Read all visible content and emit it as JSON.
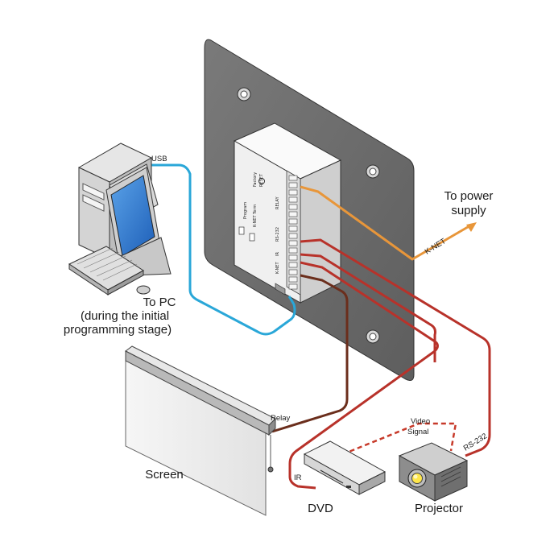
{
  "labels": {
    "usb": "USB",
    "to_pc_line1": "To PC",
    "to_pc_line2": "(during the initial",
    "to_pc_line3": "programming stage)",
    "to_power_line1": "To power",
    "to_power_line2": "supply",
    "knet": "K-NET",
    "relay": "Relay",
    "ir": "IR",
    "video_signal_line1": "Video",
    "video_signal_line2": "Signal",
    "rs232": "RS-232",
    "screen": "Screen",
    "dvd": "DVD",
    "projector": "Projector"
  },
  "device_panel": {
    "factory": "Factory",
    "reset": "RESET",
    "program": "Program",
    "knet_term": "K-NET Term",
    "relay": "RELAY",
    "rs232": "RS-232",
    "ir": "IR",
    "knet": "K-NET"
  },
  "colors": {
    "usb_cable": "#2aa7d8",
    "knet_cable": "#e8963a",
    "red_cable": "#b8322a",
    "relay_cable": "#6b2e1c",
    "plate": "#6e6e6e",
    "box": "#f2f2f2"
  }
}
